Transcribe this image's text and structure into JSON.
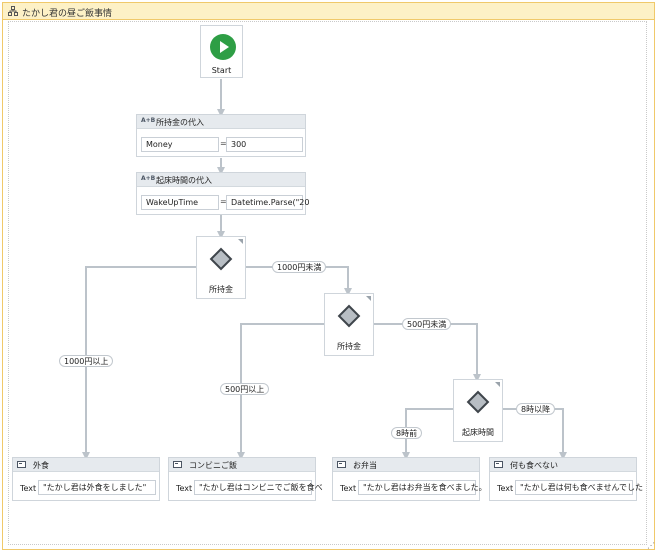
{
  "window": {
    "title": "たかし君の昼ご飯事情",
    "icon": "flowchart-icon"
  },
  "start": {
    "label": "Start"
  },
  "assign_money": {
    "title": "所持金の代入",
    "variable": "Money",
    "equals": "=",
    "value": "300"
  },
  "assign_wakeup": {
    "title": "起床時間の代入",
    "variable": "WakeUpTime",
    "equals": "=",
    "value": "Datetime.Parse(\"20"
  },
  "decisions": {
    "money1": {
      "label": "所持金",
      "true_label": "1000円以上",
      "false_label": "1000円未満"
    },
    "money2": {
      "label": "所持金",
      "true_label": "500円以上",
      "false_label": "500円未満"
    },
    "wakeup": {
      "label": "起床時間",
      "true_label": "8時前",
      "false_label": "8時以降"
    }
  },
  "activities": [
    {
      "title": "外食",
      "field_label": "Text",
      "value": "\"たかし君は外食をしました\""
    },
    {
      "title": "コンビニご飯",
      "field_label": "Text",
      "value": "\"たかし君はコンビニでご飯を食べ"
    },
    {
      "title": "お弁当",
      "field_label": "Text",
      "value": "\"たかし君はお弁当を食べました。"
    },
    {
      "title": "何も食べない",
      "field_label": "Text",
      "value": "\"たかし君は何も食べませんでした"
    }
  ],
  "colors": {
    "line": "#bcc3ca",
    "start": "#2e9e45",
    "title_bg": "#fdf1c6",
    "title_border": "#f0c96a"
  }
}
